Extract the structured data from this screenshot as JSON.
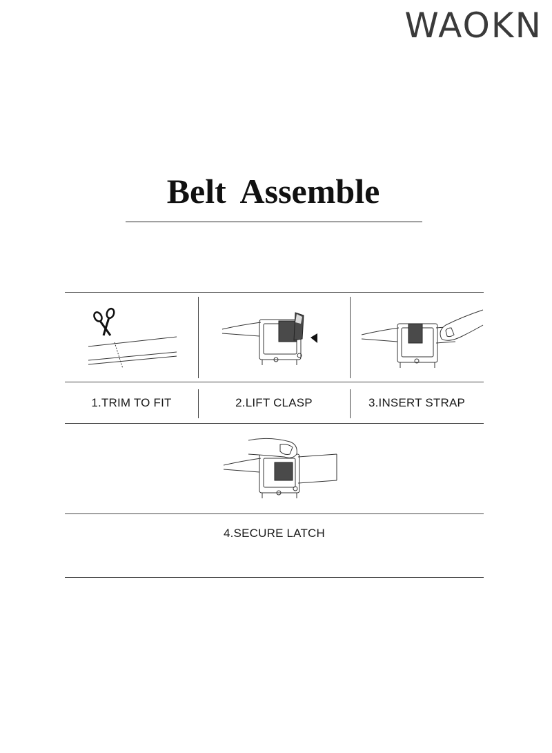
{
  "brand": "WAOKN",
  "title": "Belt Assemble",
  "steps": [
    {
      "label": "1.TRIM TO FIT",
      "icon": "scissors-icon"
    },
    {
      "label": "2.LIFT CLASP",
      "icon": "buckle-lift-icon"
    },
    {
      "label": "3.INSERT STRAP",
      "icon": "strap-insert-icon"
    },
    {
      "label": "4.SECURE LATCH",
      "icon": "latch-press-icon"
    }
  ],
  "colors": {
    "text": "#1a1a1a",
    "brand": "#3a3a3a",
    "line": "#444444",
    "clasp_fill": "#4a4a4a"
  }
}
